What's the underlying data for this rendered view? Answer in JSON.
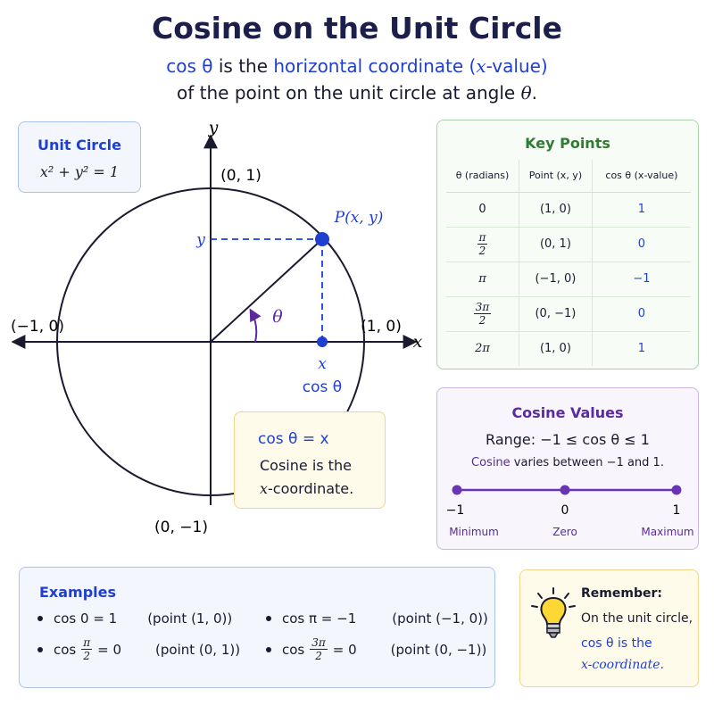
{
  "header": {
    "title": "Cosine on the Unit Circle",
    "sub1_a": "cos θ",
    "sub1_b": " is the ",
    "sub1_c": "horizontal coordinate (",
    "sub1_d": "x",
    "sub1_e": "-value)",
    "sub2_a": "of the point on the unit circle at angle ",
    "sub2_b": "θ",
    "sub2_c": "."
  },
  "unit_circle_box": {
    "heading": "Unit Circle",
    "equation": "x² + y² = 1"
  },
  "diagram": {
    "axis_y": "y",
    "axis_x": "x",
    "label_top": "(0, 1)",
    "label_left": "(−1, 0)",
    "label_right": "(1, 0)",
    "label_bottom": "(0, −1)",
    "point_label": "P(x, y)",
    "y_marker": "y",
    "x_marker": "x",
    "cos_marker": "cos θ",
    "angle_label": "θ"
  },
  "formula_box": {
    "formula": "cos θ = x",
    "line1": "Cosine is the",
    "line2_var": "x",
    "line2_rest": "-coordinate."
  },
  "key_points": {
    "heading": "Key Points",
    "headers": [
      "θ (radians)",
      "Point (x, y)",
      "cos θ (x-value)"
    ],
    "rows": [
      {
        "theta": "0",
        "point": "(1, 0)",
        "cos": "1"
      },
      {
        "theta_num": "π",
        "theta_den": "2",
        "point": "(0, 1)",
        "cos": "0"
      },
      {
        "theta": "π",
        "point": "(−1, 0)",
        "cos": "−1"
      },
      {
        "theta_num": "3π",
        "theta_den": "2",
        "point": "(0, −1)",
        "cos": "0"
      },
      {
        "theta": "2π",
        "point": "(1, 0)",
        "cos": "1"
      }
    ]
  },
  "cosine_values": {
    "heading": "Cosine Values",
    "range": "Range:  −1 ≤ cos θ ≤ 1",
    "vary_a": "Cosine",
    "vary_b": " varies between −1 and 1.",
    "ticks": [
      "−1",
      "0",
      "1"
    ],
    "tick_labels": [
      "Minimum",
      "Zero",
      "Maximum"
    ]
  },
  "examples": {
    "heading": "Examples",
    "e1": "cos 0  =  1",
    "e1p": "(point (1, 0))",
    "e2": "cos  π  =  −1",
    "e2p": "(point (−1, 0))",
    "e3_pre": "cos",
    "e3_num": "π",
    "e3_den": "2",
    "e3_post": "=  0",
    "e3p": "(point (0, 1))",
    "e4_pre": "cos",
    "e4_num": "3π",
    "e4_den": "2",
    "e4_post": "=  0",
    "e4p": "(point (0, −1))"
  },
  "remember": {
    "heading": "Remember:",
    "line1": "On the unit circle,",
    "line2": "cos θ  is the",
    "line3": "x-coordinate."
  },
  "colors": {
    "accent_blue": "#1f3fd1",
    "purple": "#5b2a9e",
    "green": "#2e7d32"
  },
  "icons": {
    "remember": "lightbulb-icon"
  }
}
